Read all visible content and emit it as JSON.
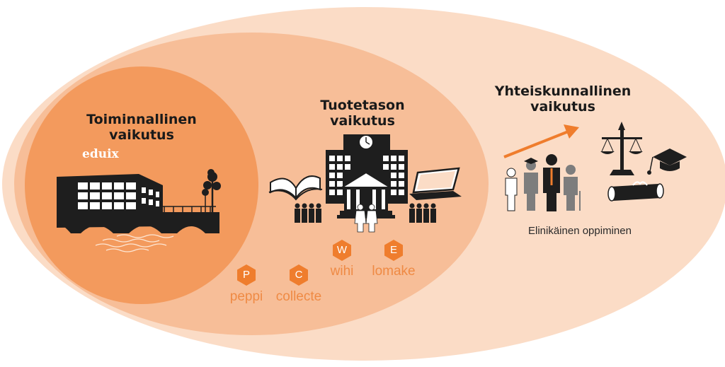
{
  "diagram": {
    "outer_title": "Yhteiskunnallinen vaikutus",
    "outer_title_line1": "Yhteiskunnallinen",
    "outer_title_line2": "vaikutus",
    "middle_title_line1": "Tuotetason",
    "middle_title_line2": "vaikutus",
    "inner_title_line1": "Toiminnallinen",
    "inner_title_line2": "vaikutus",
    "brand": "eduix",
    "lifelong_label": "Elinikäinen oppiminen",
    "products": [
      {
        "letter": "P",
        "name": "peppi"
      },
      {
        "letter": "C",
        "name": "collecte"
      },
      {
        "letter": "W",
        "name": "wihi"
      },
      {
        "letter": "E",
        "name": "lomake"
      }
    ],
    "colors": {
      "outer": "#fbdcc6",
      "middle": "#f7be98",
      "inner": "#f39a5d",
      "accent": "#ef7d2d",
      "dark": "#1e1e1e"
    }
  }
}
